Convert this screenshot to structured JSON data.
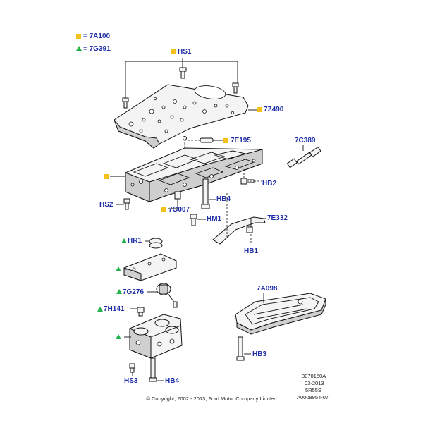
{
  "colors": {
    "label": "#1f2fa8",
    "square_marker": "#f2c21b",
    "triangle_marker": "#23b24b",
    "line": "#111111",
    "part_fill": "#f4f4f4",
    "part_shade": "#cfcfcf"
  },
  "legend": {
    "square_code": "= 7A100",
    "triangle_code": "= 7G391"
  },
  "labels": {
    "hs1": "HS1",
    "7z490": "7Z490",
    "7e195": "7E195",
    "7c389": "7C389",
    "hb2": "HB2",
    "hb4_top": "HB4",
    "hs2": "HS2",
    "7g007": "7G007",
    "hm1": "HM1",
    "7e332": "7E332",
    "hb1": "HB1",
    "hr1": "HR1",
    "7g276": "7G276",
    "7h141": "7H141",
    "7a098": "7A098",
    "hb3": "HB3",
    "hs3": "HS3",
    "hb4_bottom": "HB4"
  },
  "meta": {
    "line1": "3070150A",
    "line2": "03-2013",
    "line3": "5R55S",
    "line4": "A0008954-07"
  },
  "copyright": "© Copyright, 2002 - 2013, Ford Motor Company Limited"
}
